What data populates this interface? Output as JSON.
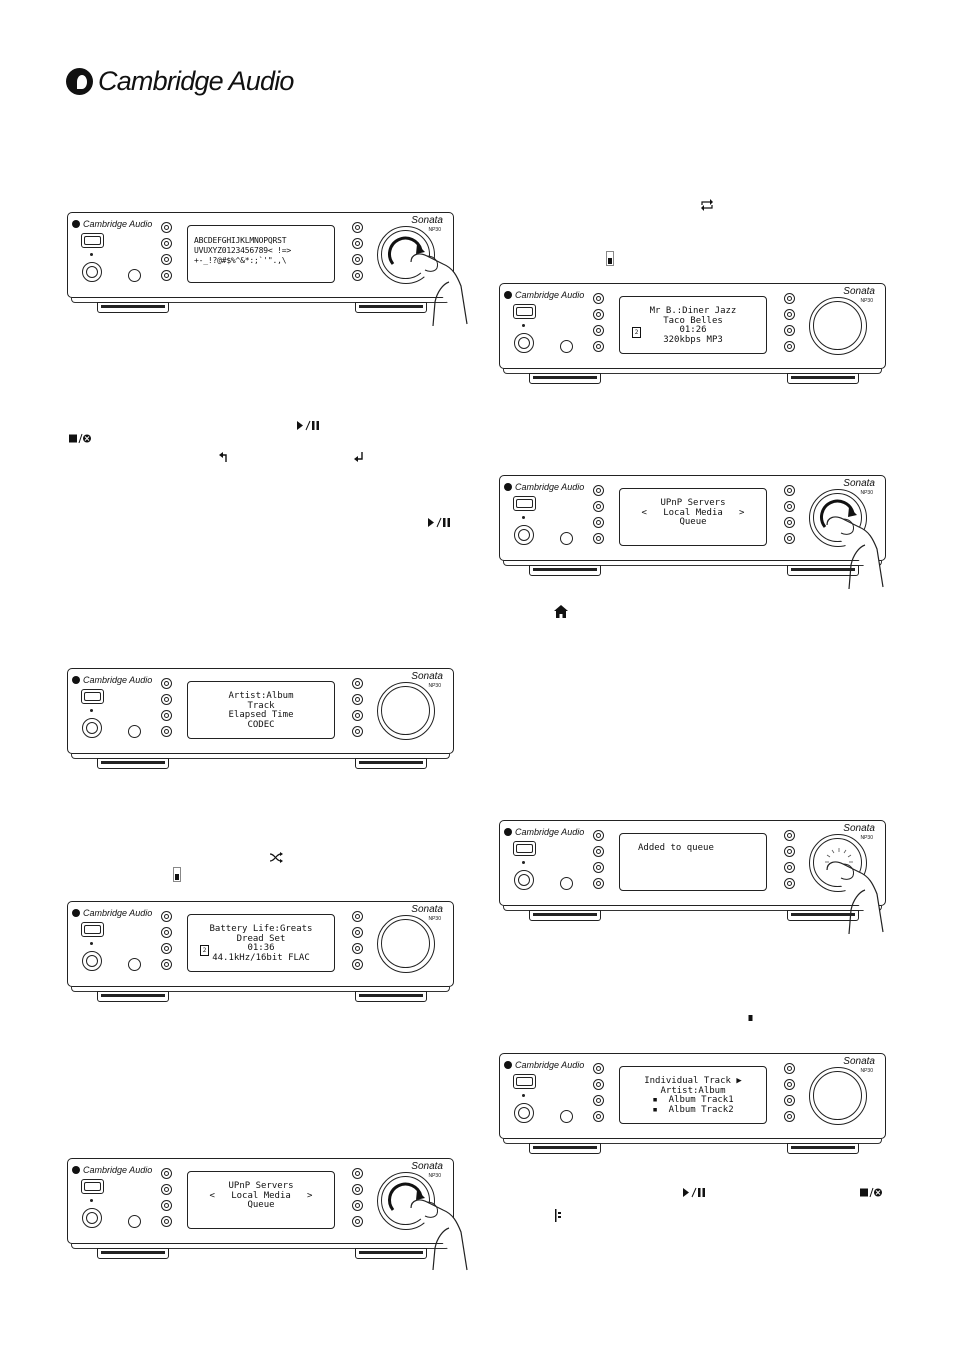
{
  "brand": {
    "logo_text": "Cambridge Audio",
    "unit_brand": "Cambridge Audio",
    "unit_series": "Sonata",
    "unit_model": "NP30"
  },
  "displays": {
    "d1": [
      "ABCDEFGHIJKLMNOPQRST",
      "UVUXYZ0123456789< !=>",
      "+-_!?@#$%^&*:;`'\".,\\"
    ],
    "d2": [
      "Artist:Album",
      "Track",
      "Elapsed Time",
      "CODEC"
    ],
    "d3": [
      "Battery Life:Greats",
      "Dread Set",
      "01:36",
      "44.1kHz/16bit FLAC"
    ],
    "d4": [
      "UPnP Servers",
      "<   Local Media   >",
      "Queue"
    ],
    "d5": [
      "Mr B.:Diner Jazz",
      "Taco Belles",
      "01:26",
      "320kbps MP3"
    ],
    "d6": [
      "UPnP Servers",
      "<   Local Media   >",
      "Queue"
    ],
    "d7": [
      "Added to queue"
    ],
    "d8": [
      "Individual Track ▶",
      "Artist:Album",
      "▪  Album Track1",
      "▪  Album Track2"
    ]
  },
  "status_icon_label": "2",
  "icons": [
    "play-pause-icon",
    "stop-delete-icon",
    "back-icon",
    "enter-icon",
    "shuffle-icon",
    "repeat-icon",
    "home-icon",
    "list-marker-icon"
  ]
}
